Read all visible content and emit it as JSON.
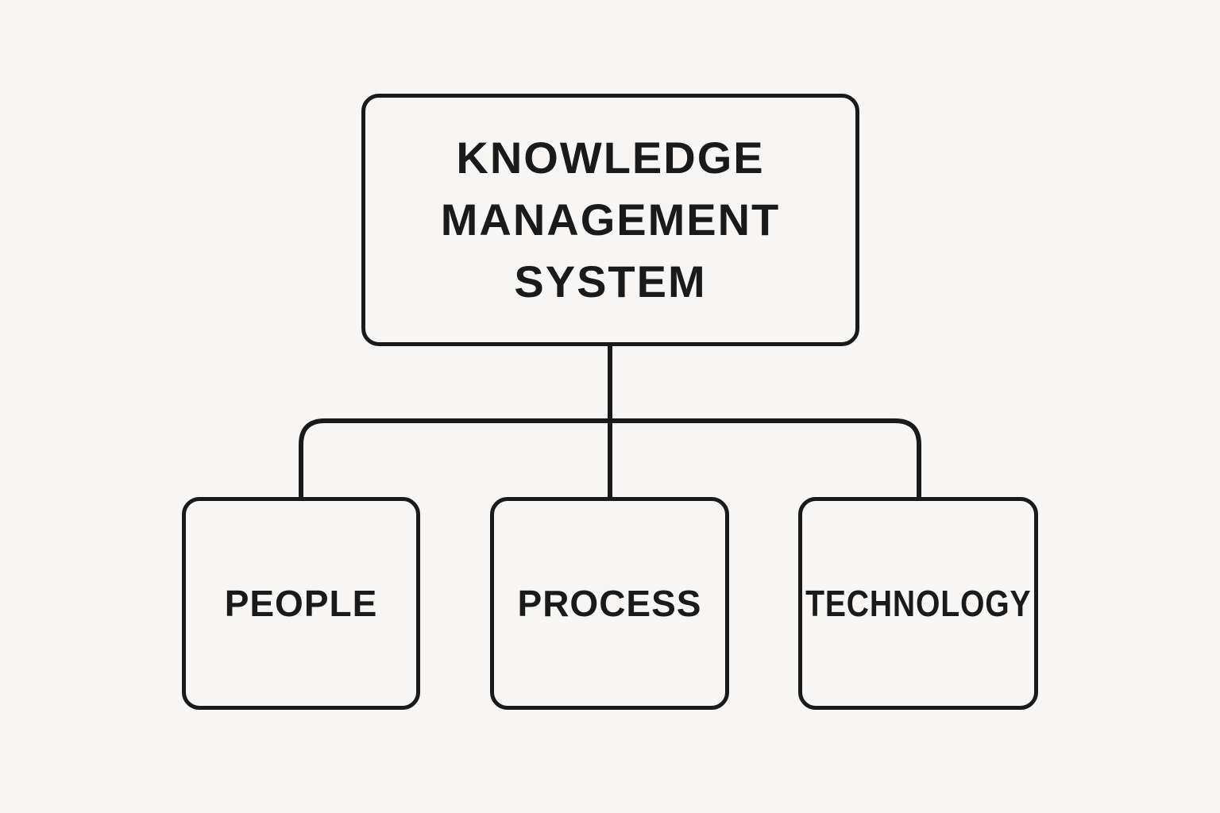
{
  "root": {
    "line1": "KNOWLEDGE",
    "line2": "MANAGEMENT",
    "line3": "SYSTEM"
  },
  "children": [
    {
      "label": "PEOPLE"
    },
    {
      "label": "PROCESS"
    },
    {
      "label": "TECHNOLOGY"
    }
  ],
  "colors": {
    "background": "#f7f6f4",
    "stroke": "#1a1a1a"
  }
}
